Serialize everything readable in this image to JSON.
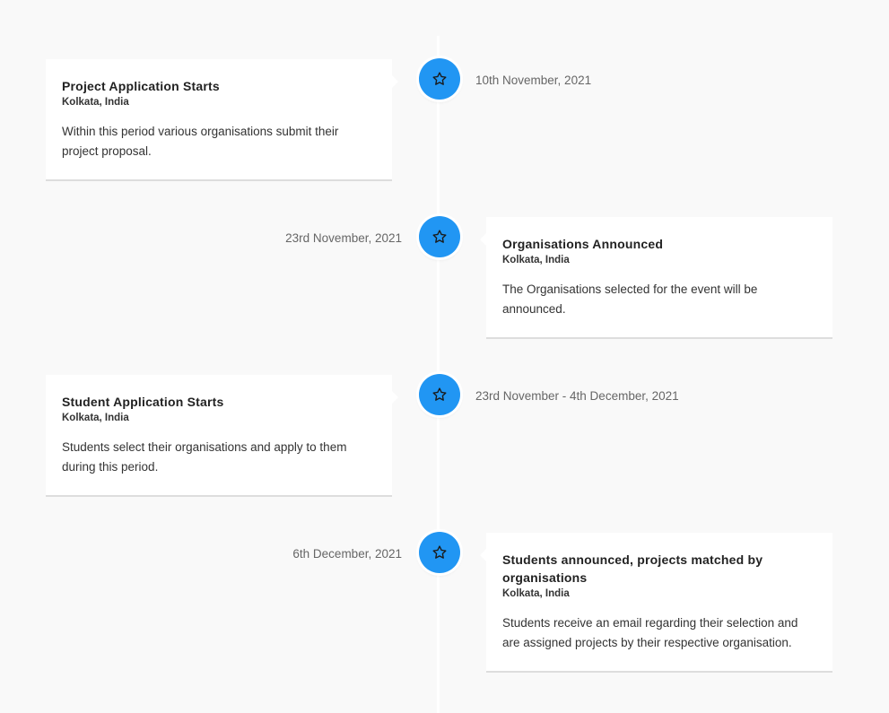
{
  "timeline": {
    "events": [
      {
        "title": "Project Application Starts",
        "location": "Kolkata, India",
        "description": "Within this period various organisations submit their project proposal.",
        "date": "10th November, 2021",
        "icon": "star-icon"
      },
      {
        "title": "Organisations Announced",
        "location": "Kolkata, India",
        "description": "The Organisations selected for the event will be announced.",
        "date": "23rd November, 2021",
        "icon": "star-icon"
      },
      {
        "title": "Student Application Starts",
        "location": "Kolkata, India",
        "description": "Students select their organisations and apply to them during this period.",
        "date": "23rd November - 4th December, 2021",
        "icon": "star-icon"
      },
      {
        "title": "Students announced, projects matched by organisations",
        "location": "Kolkata, India",
        "description": "Students receive an email regarding their selection and are assigned projects by their respective organisation.",
        "date": "6th December, 2021",
        "icon": "star-icon"
      }
    ]
  },
  "colors": {
    "background": "#f9f9f9",
    "icon_background": "#2196f3",
    "card_background": "#ffffff",
    "date_text": "#666666"
  }
}
